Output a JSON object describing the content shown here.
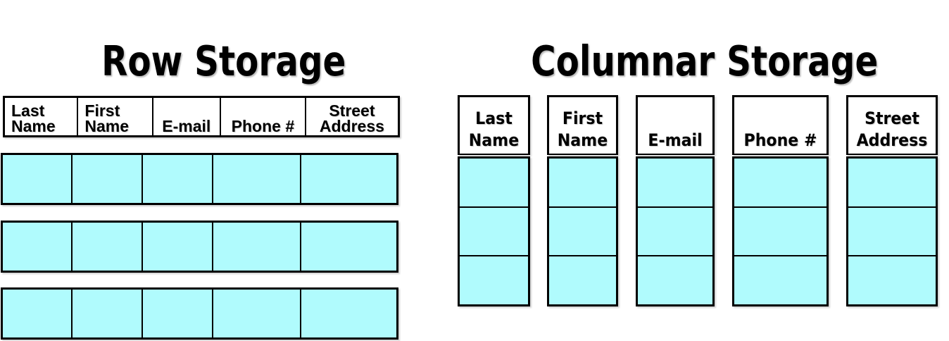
{
  "row_storage": {
    "title": "Row Storage",
    "headers": [
      "Last Name",
      "First Name",
      "E-mail",
      "Phone #",
      "Street Address"
    ],
    "record_rows": 3,
    "cells_per_row": 5
  },
  "columnar_storage": {
    "title": "Columnar Storage",
    "headers": [
      "Last Name",
      "First Name",
      "E-mail",
      "Phone #",
      "Street Address"
    ],
    "columns": 5,
    "values_per_column": 3
  },
  "colors": {
    "cell_fill": "#B0FBFD",
    "header_fill": "#FFFFFF",
    "border": "#000000",
    "text": "#000000",
    "background": "#FFFFFF"
  }
}
